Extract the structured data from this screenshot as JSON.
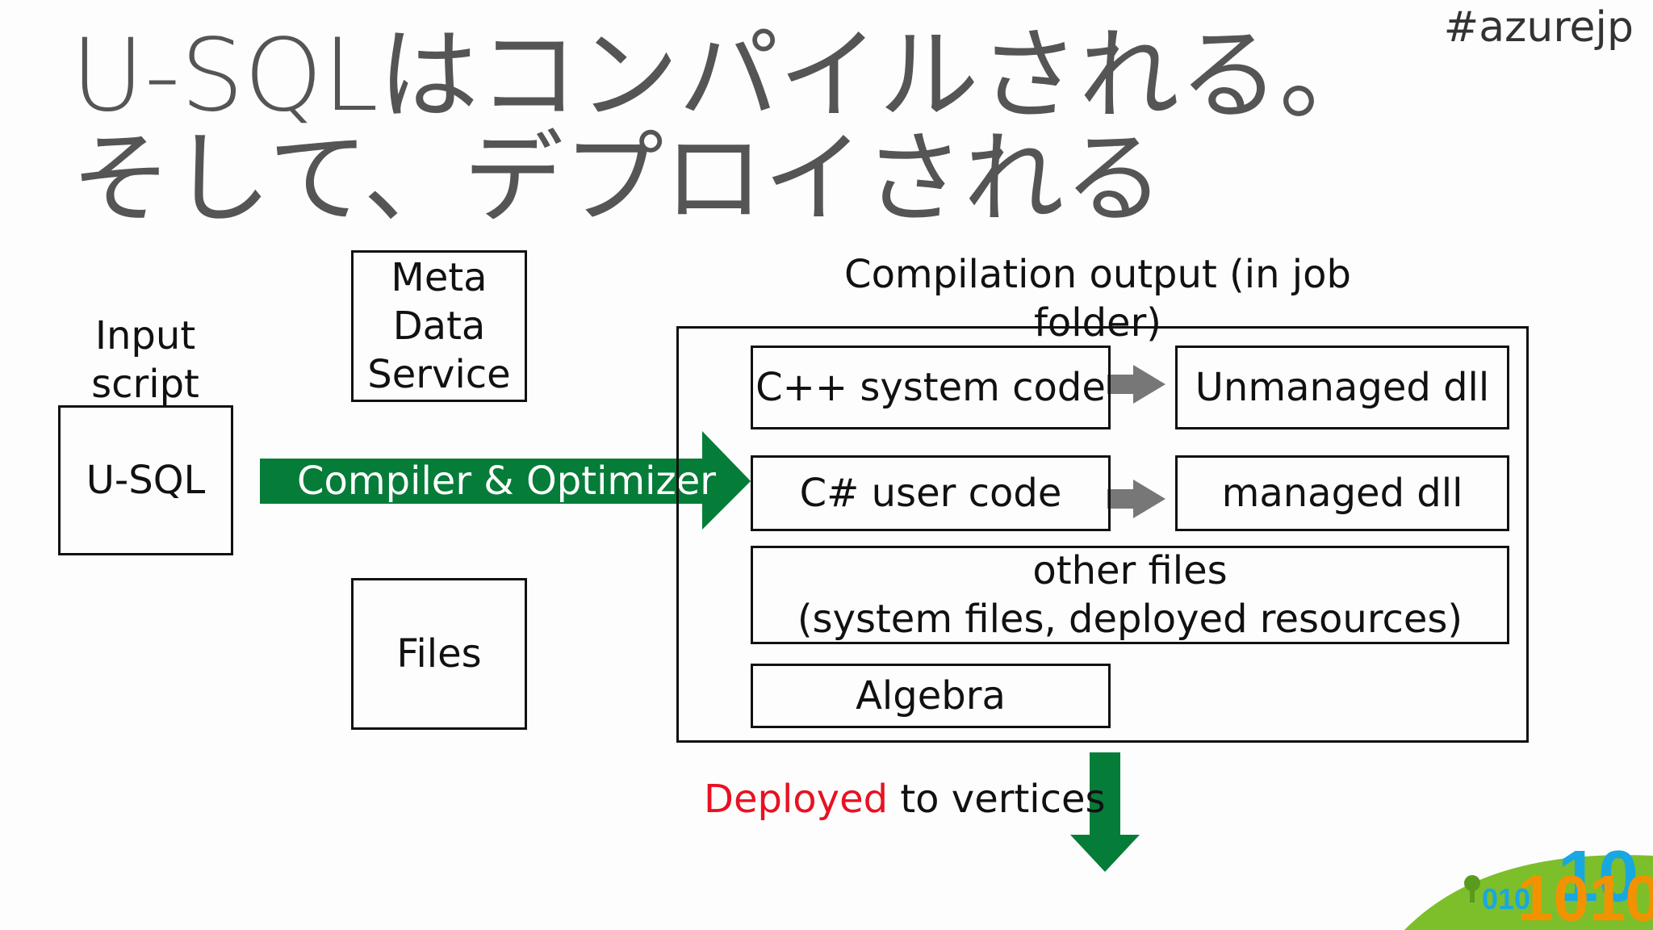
{
  "header": {
    "hashtag": "#azurejp"
  },
  "title": {
    "line1": "U-SQLはコンパイルされる。",
    "line2": "そして、デプロイされる"
  },
  "input": {
    "label_line1": "Input",
    "label_line2": "script",
    "box_text": "U-SQL"
  },
  "metadata": {
    "line1": "Meta",
    "line2": "Data",
    "line3": "Service"
  },
  "files": {
    "text": "Files"
  },
  "compiler": {
    "label": "Compiler & Optimizer"
  },
  "output": {
    "heading": "Compilation output (in job folder)",
    "cpp_code": "C++ system code",
    "unmanaged": "Unmanaged dll",
    "cs_code": "C# user code",
    "managed": "managed dll",
    "other_line1": "other files",
    "other_line2": "(system files, deployed resources)",
    "algebra": "Algebra"
  },
  "deploy": {
    "highlight": "Deployed",
    "rest": " to vertices"
  },
  "colors": {
    "green": "#067c39",
    "gray_arrow": "#777777",
    "red": "#e81123",
    "title": "#555555"
  }
}
